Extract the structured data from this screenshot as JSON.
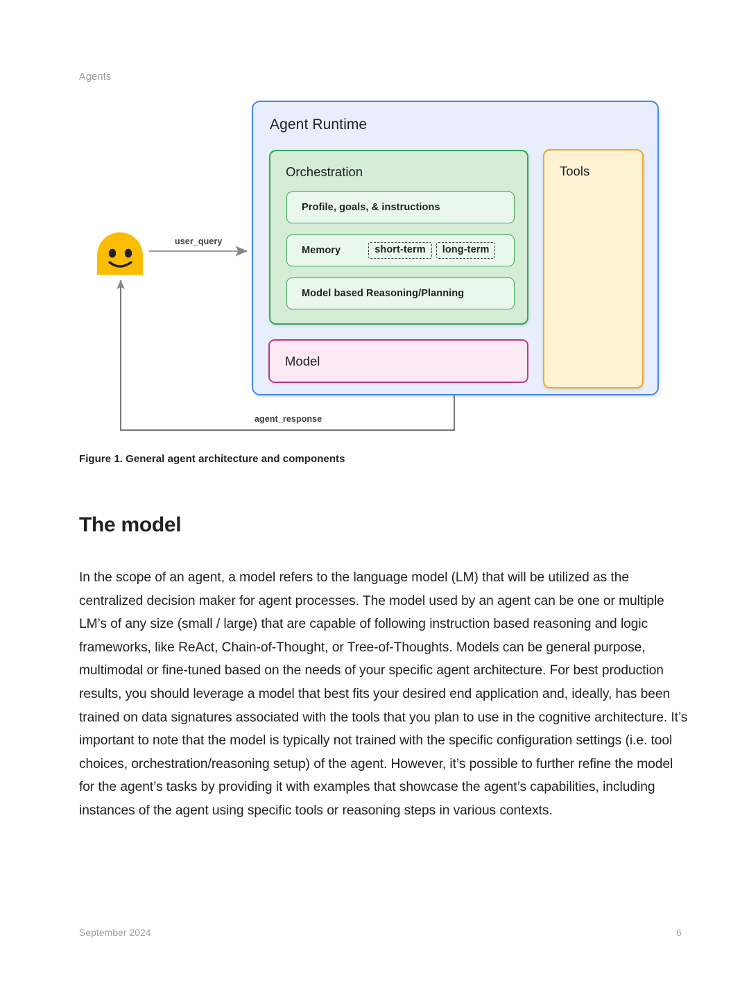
{
  "page": {
    "running_head": "Agents",
    "footer_date": "September 2024",
    "footer_page_number": "6"
  },
  "figure": {
    "caption": "Figure 1. General agent architecture and components",
    "actor_icon": "smiley-face-icon",
    "edges": [
      {
        "name": "user-query",
        "label": "user_query"
      },
      {
        "name": "agent-response",
        "label": "agent_response"
      }
    ],
    "runtime": {
      "title": "Agent Runtime",
      "color": "#4285f4",
      "fill": "#e8eefb"
    },
    "orchestration": {
      "title": "Orchestration",
      "color": "#34a853",
      "fill": "#d5ecd7",
      "items": [
        {
          "label": "Profile, goals, & instructions",
          "tags": []
        },
        {
          "label": "Memory",
          "tags": [
            "short-term",
            "long-term"
          ]
        },
        {
          "label": "Model based Reasoning/Planning",
          "tags": []
        }
      ]
    },
    "tools": {
      "title": "Tools",
      "color": "#f0a92b",
      "fill": "#fdf3d3"
    },
    "model": {
      "title": "Model",
      "color": "#c2367f",
      "fill": "#fce9f3"
    }
  },
  "section": {
    "heading": "The model",
    "paragraph": "In the scope of an agent, a model refers to the language model (LM) that will be utilized as the centralized decision maker for agent processes. The model used by an agent can be one or multiple LM’s of any size (small / large) that are capable of following instruction based reasoning and logic frameworks, like ReAct, Chain-of-Thought, or Tree-of-Thoughts. Models can be general purpose, multimodal or fine-tuned based on the needs of your specific agent architecture. For best production results, you should leverage a model that best fits your desired end application and, ideally, has been trained on data signatures associated with the tools that you plan to use in the cognitive architecture. It’s important to note that the model is typically not trained with the specific configuration settings (i.e. tool choices, orchestration/reasoning setup) of the agent. However, it’s possible to further refine the model for the agent’s tasks by providing it with examples that showcase the agent’s capabilities, including instances of the agent using specific tools or reasoning steps in various contexts."
  }
}
